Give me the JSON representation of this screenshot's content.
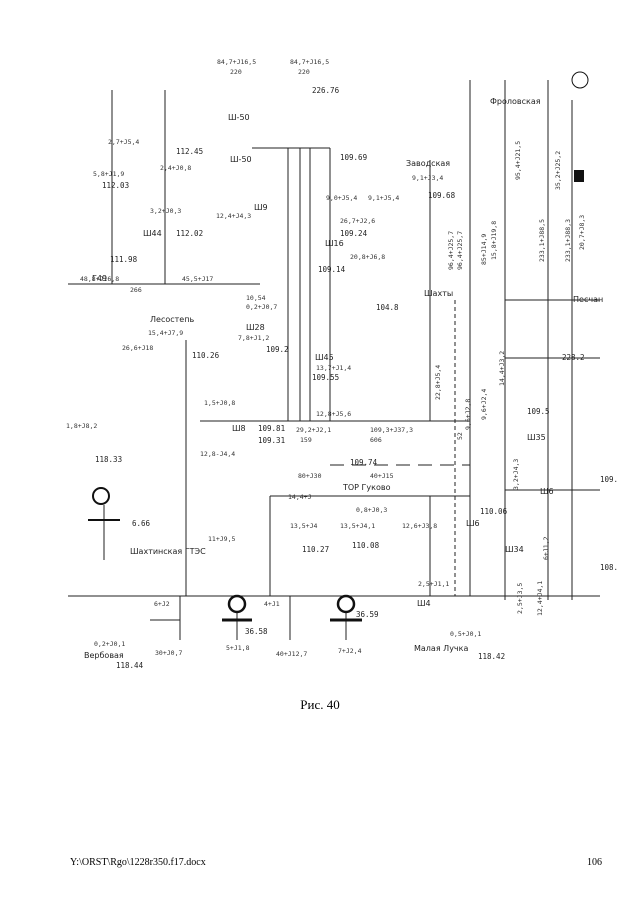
{
  "figure": {
    "caption": "Рис. 40",
    "station_names": [
      "Фроловская",
      "Заводская",
      "Шахты",
      "Песчан",
      "Лесостепь",
      "ТОР Гуково",
      "Шахтинская ГТЭС",
      "Вербовая",
      "Малая Лучка"
    ],
    "bus_names": [
      "Ш-50",
      "Ш-50",
      "Ш44",
      "Ш9",
      "Ш16",
      "Ш28",
      "Ш45",
      "Ш8",
      "Ш35",
      "Ш6",
      "Ш6",
      "Ш34",
      "Ш4",
      "Г49"
    ],
    "voltages": [
      "226.76",
      "109.69",
      "112.45",
      "112.03",
      "112.02",
      "111.98",
      "109.68",
      "109.24",
      "109.14",
      "109.2",
      "109.55",
      "109.81",
      "109.31",
      "109.74",
      "110.26",
      "118.33",
      "110.06",
      "110.08",
      "110.27",
      "118.44",
      "118.42",
      "108.",
      "109.5",
      "109.",
      "228.2",
      "36.58",
      "36.59",
      "6.66",
      "104.8"
    ],
    "flows": [
      "84,7+J16,5",
      "84,7+J16,5",
      "220",
      "220",
      "2,7+J5,4",
      "5,8+J1,9",
      "2,4+J0,8",
      "3,2+J0,3",
      "12,4+J4,3",
      "45,5+J17",
      "48,8+J16,8",
      "266",
      "10,54",
      "0,2+J0,7",
      "9,0+J5,4",
      "9,1+J5,4",
      "26,7+J2,6",
      "20,8+J6,8",
      "9,1+J3,4",
      "15,4+J7,9",
      "26,6+J18",
      "7,8+J1,2",
      "13,7+J1,4",
      "1,5+J0,8",
      "1,8+J8,2",
      "12,8+J5,6",
      "29,2+J2,1",
      "159",
      "109,3+J37,3",
      "606",
      "12,8-J4,4",
      "80+J30",
      "40+J15",
      "14,4+J",
      "0,8+J0,3",
      "13,5+J4",
      "13,5+J4,1",
      "12,6+J3,8",
      "11+J9,5",
      "6+J2",
      "4+J1",
      "5+J1,8",
      "40+J12,7",
      "7+J2,4",
      "0,2+J0,1",
      "30+J0,7",
      "0,5+J0,1",
      "2,5+J1,1",
      "22,8+J5,4",
      "52",
      "9,6+J2,8",
      "9,6+J2,4",
      "14,4+J3,2",
      "3,2+J4,3",
      "6+J1,2",
      "2,5+J3,5",
      "12,4+J4,1",
      "96,4+J25,7",
      "96,4+J25,7",
      "85+J14,9",
      "15,8+J19,8",
      "95,4+J21,5",
      "35,2+J25,2",
      "233,1+J88,5",
      "233,1+J88,3",
      "20,7+J8,3"
    ]
  },
  "footer": {
    "path": "Y:\\ORST\\Rgo\\1228r350.f17.docx",
    "page": "106"
  },
  "colors": {
    "ink": "#222222",
    "paper": "#ffffff"
  }
}
